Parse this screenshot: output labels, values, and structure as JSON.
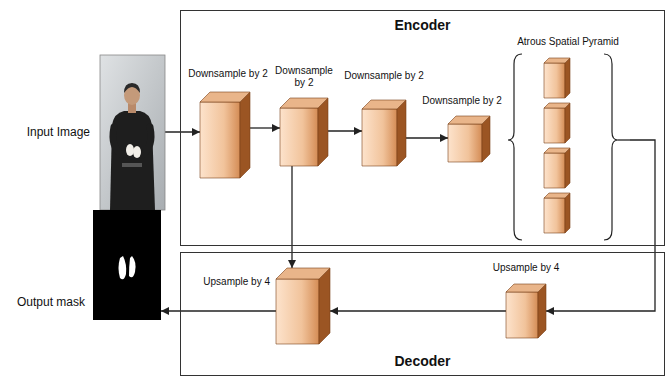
{
  "diagram": {
    "nodes": [
      {
        "text": [
          "Input Image"
        ]
      },
      {
        "text": [
          "Encoder"
        ]
      },
      {
        "text": [
          "Downsample by 2"
        ],
        "in": 1
      },
      {
        "text": [
          "Downsample by 2"
        ],
        "in": 1
      },
      {
        "text": [
          "Downsample by 2"
        ],
        "in": 1
      },
      {
        "text": [
          "Downsample by 2"
        ],
        "in": 1
      },
      {
        "text": [
          "Atrous Spatial Pyramid"
        ],
        "in": 1
      },
      {
        "text": [
          "Decoder"
        ]
      },
      {
        "text": [
          "Upsample by 4"
        ],
        "in": 7
      },
      {
        "text": [
          "Upsample by 4"
        ],
        "in": 7
      },
      {
        "text": [
          "Output mask"
        ]
      }
    ],
    "edges": [
      {
        "from": 0,
        "to": 2,
        "arrow": "to"
      },
      {
        "from": 2,
        "to": 3,
        "arrow": "to"
      },
      {
        "from": 3,
        "to": 4,
        "arrow": "to"
      },
      {
        "from": 4,
        "to": 5,
        "arrow": "to"
      },
      {
        "from": 3,
        "to": 8,
        "arrow": "to"
      },
      {
        "from": 6,
        "to": 9,
        "arrow": "to"
      },
      {
        "from": 9,
        "to": 8,
        "arrow": "to"
      },
      {
        "from": 8,
        "to": 10,
        "arrow": "to"
      }
    ]
  }
}
